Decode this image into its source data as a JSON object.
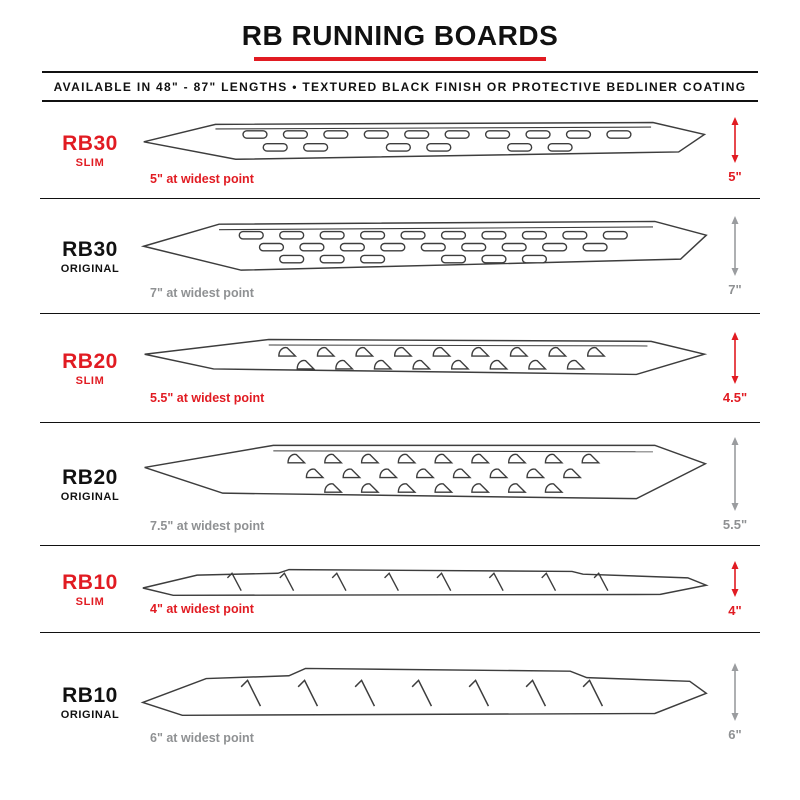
{
  "header": {
    "title": "RB RUNNING BOARDS",
    "subtitle": "AVAILABLE IN 48\" - 87\" LENGTHS   •   TEXTURED BLACK FINISH OR PROTECTIVE BEDLINER COATING"
  },
  "colors": {
    "accent_red": "#e11b22",
    "text_black": "#111111",
    "dim_gray": "#8f9193",
    "line_gray": "#3d3d3d"
  },
  "boards": [
    {
      "model": "RB30",
      "variant": "SLIM",
      "width_note": "5\" at widest point",
      "height_label": "5\""
    },
    {
      "model": "RB30",
      "variant": "ORIGINAL",
      "width_note": "7\" at widest point",
      "height_label": "7\""
    },
    {
      "model": "RB20",
      "variant": "SLIM",
      "width_note": "5.5\" at widest point",
      "height_label": "4.5\""
    },
    {
      "model": "RB20",
      "variant": "ORIGINAL",
      "width_note": "7.5\" at widest point",
      "height_label": "5.5\""
    },
    {
      "model": "RB10",
      "variant": "SLIM",
      "width_note": "4\" at widest point",
      "height_label": "4\""
    },
    {
      "model": "RB10",
      "variant": "ORIGINAL",
      "width_note": "6\" at widest point",
      "height_label": "6\""
    }
  ]
}
